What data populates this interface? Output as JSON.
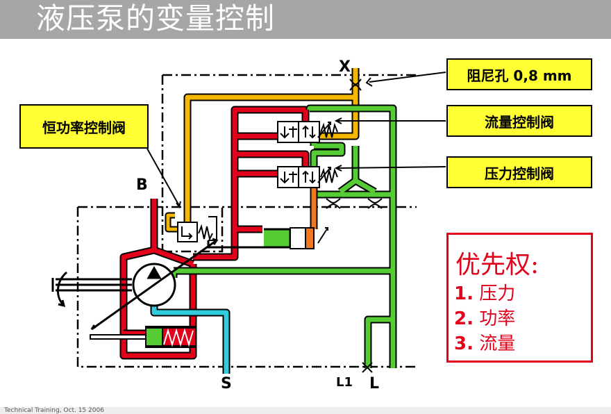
{
  "title": "液压泵的变量控制",
  "callouts": {
    "orifice": "阻尼孔 0,8 mm",
    "flow_valve": "流量控制阀",
    "pressure_valve": "压力控制阀",
    "power_valve": "恒功率控制阀"
  },
  "ports": {
    "x": "X",
    "b": "B",
    "s": "S",
    "l1": "L1",
    "l": "L"
  },
  "priority": {
    "title": "优先权:",
    "items": [
      {
        "num": "1.",
        "text": "压力"
      },
      {
        "num": "2.",
        "text": "功率"
      },
      {
        "num": "3.",
        "text": "流量"
      }
    ]
  },
  "colors": {
    "pressure_line": "#e3001b",
    "pilot_line": "#f5b800",
    "return_line": "#55cc33",
    "suction_line": "#33ccdd",
    "control_line": "#f07820",
    "callout_fill": "#ffff33",
    "title_bar": "#a6a6a6"
  },
  "footer": "Technical Training, Oct. 15 2006"
}
